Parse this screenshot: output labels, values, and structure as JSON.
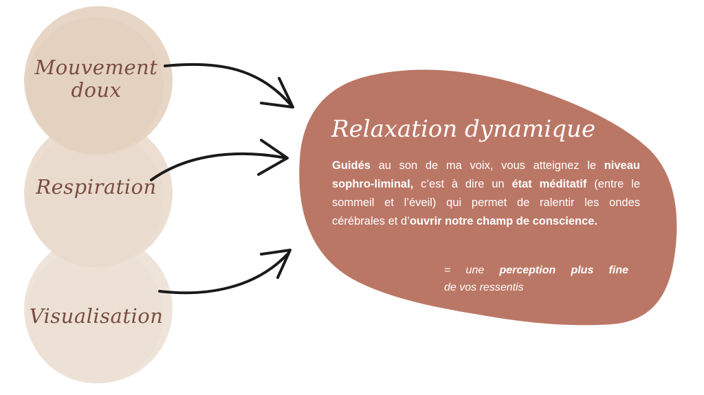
{
  "colors": {
    "circle_1": "#e8d8c9",
    "circle_2": "#ede0d4",
    "circle_3": "#efe5dc",
    "circle_label": "#7a4c40",
    "blob": "#bb7766",
    "arrow": "#1a1a1a",
    "text_on_blob": "#ffffff"
  },
  "inputs": [
    {
      "line1": "Mouvement",
      "line2": "doux"
    },
    {
      "line1": "Respiration"
    },
    {
      "line1": "Visualisation"
    }
  ],
  "result": {
    "title": "Relaxation dynamique",
    "body": {
      "s1": "Guidés",
      "s2": " au son de ma voix, vous atteignez le ",
      "s3": "niveau sophro-liminal,",
      "s4": " c’est à dire un ",
      "s5": "état méditatif",
      "s6": " (entre le sommeil et l’éveil) qui permet de ralentir les ondes cérébrales  et d’",
      "s7": "ouvrir notre champ de conscience."
    },
    "note": {
      "prefix": "= une ",
      "emphasis": "perception plus fine",
      "line2": "de vos ressentis"
    }
  }
}
